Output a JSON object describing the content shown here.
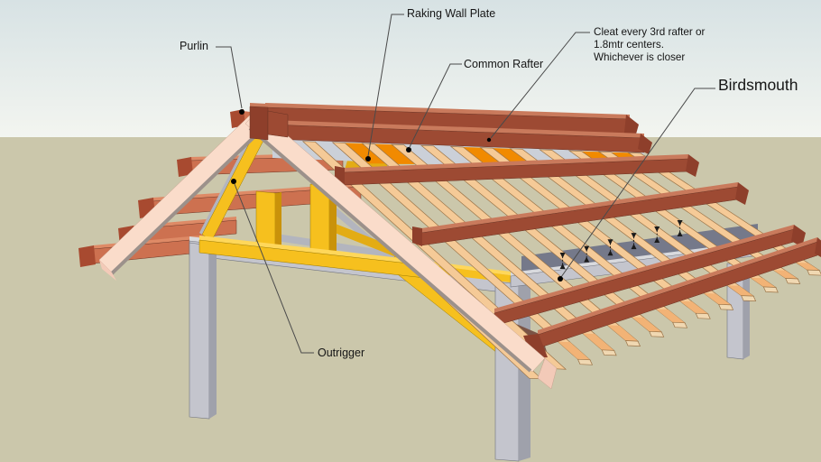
{
  "labels": {
    "purlin": "Purlin",
    "raking_wall_plate": "Raking Wall Plate",
    "common_rafter": "Common Rafter",
    "cleat_note_line1": "Cleat every 3rd rafter or",
    "cleat_note_line2": "1.8mtr centers.",
    "cleat_note_line3": "Whichever is closer",
    "birdsmouth": "Birdsmouth",
    "outrigger": "Outrigger"
  },
  "colors": {
    "sky_top": "#d7e2e4",
    "sky_bottom": "#f3f5f0",
    "ground": "#cbc7ab",
    "wood_dark": "#9d4a33",
    "wood_top": "#c97a5c",
    "wood_end": "#8e3f2b",
    "purlin_left": "#cd7150",
    "purlin_left_top": "#de8a66",
    "purlin_left_end": "#a84a30",
    "rafter": "#f5ca97",
    "rafter_tail": "#f2b376",
    "rafter_end": "#f0d8b2",
    "cleat_orange": "#f18a00",
    "truss_yellow": "#f6c01e",
    "truss_yellow_top": "#ffd75a",
    "truss_yellow_side": "#c9920a",
    "frame_gray": "#c4c5cd",
    "frame_gray_side": "#9fa1ab",
    "frame_gray_top": "#d9dade",
    "shadow_gray": "#75798a",
    "barge_pink": "#fadcca",
    "barge_pink_end": "#f3cab8",
    "barge_shadow": "#9c918b",
    "shadow_brown": "#7b5446",
    "highlight_strip": "#cbd0d8",
    "leader": "#4a4a4a",
    "label_text": "#161616",
    "marker_black": "#1a1a1a"
  }
}
